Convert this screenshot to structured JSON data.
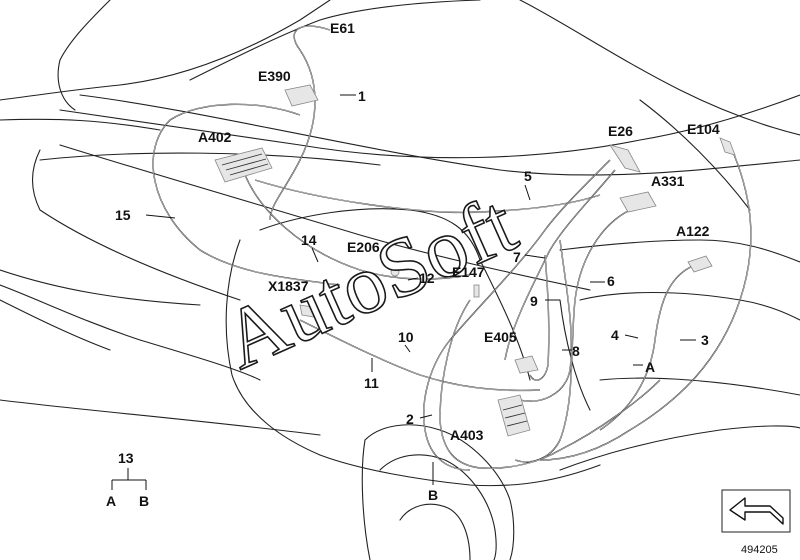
{
  "labels": {
    "e61": "E61",
    "e390": "E390",
    "n1": "1",
    "a402": "A402",
    "e26": "E26",
    "e104": "E104",
    "n5": "5",
    "a331": "A331",
    "n15": "15",
    "n14": "14",
    "e206": "E206",
    "a122": "A122",
    "n7": "7",
    "e147": "E147",
    "n12": "12",
    "x1837": "X1837",
    "n6": "6",
    "n9": "9",
    "n4": "4",
    "n3": "3",
    "n10": "10",
    "e405": "E405",
    "n8": "8",
    "a_right": "A",
    "n11": "11",
    "n2": "2",
    "a403": "A403",
    "n13": "13",
    "a_legend": "A",
    "b_legend": "B",
    "b_bottom": "B"
  },
  "watermark": "AutoSoft",
  "diagram_number": "494205",
  "icons": {
    "nav_arrow": "back-arrow-icon"
  }
}
